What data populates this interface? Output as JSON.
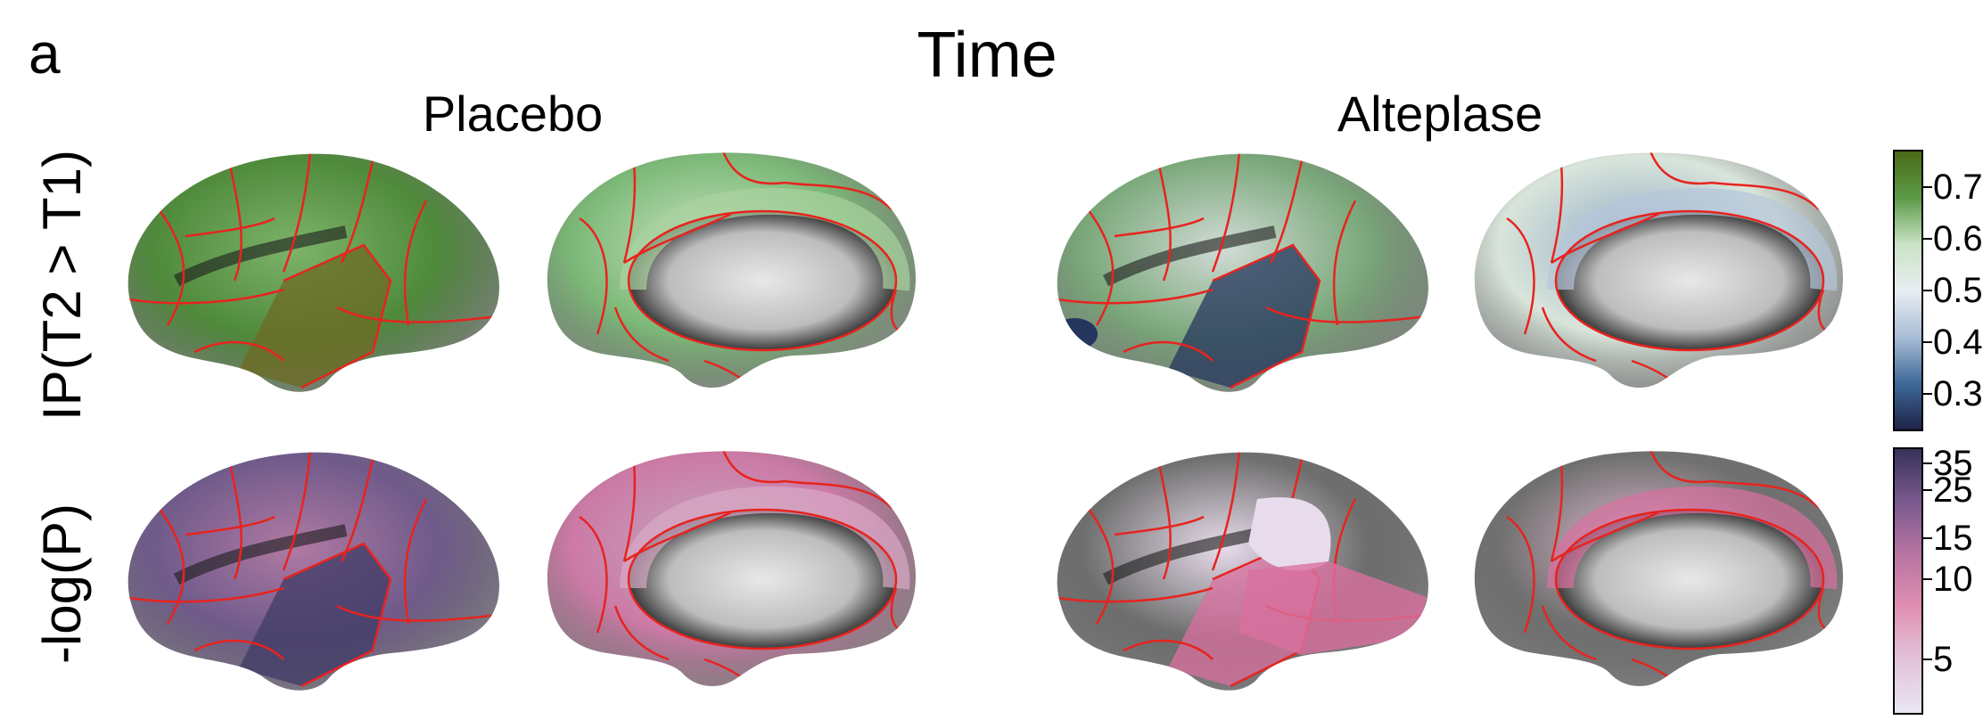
{
  "panel_letter": "a",
  "main_title": "Time",
  "columns": [
    "Placebo",
    "Alteplase"
  ],
  "rows": [
    "IP(T2 > T1)",
    "-log(P)"
  ],
  "parcellation_line_color": "#e8231e",
  "colorbars": {
    "ip": {
      "ticks": [
        "0.7",
        "0.6",
        "0.5",
        "0.4",
        "0.3"
      ],
      "colors": [
        "#4a6a17",
        "#5c9a47",
        "#c9e2c4",
        "#e9eef2",
        "#a9bdd6",
        "#3f6a99",
        "#1e2347"
      ]
    },
    "logp": {
      "ticks": [
        "35",
        "25",
        "15",
        "10",
        "5"
      ],
      "colors": [
        "#37335a",
        "#7a5a8f",
        "#b874a2",
        "#e08fb2",
        "#e2c4da",
        "#e9e6f2"
      ]
    }
  },
  "brains": [
    {
      "row": 0,
      "col": 0,
      "view": "lateral",
      "base": "#4f8a3b",
      "accent": "#6e6a23",
      "edge": "#7db36b"
    },
    {
      "row": 0,
      "col": 0,
      "view": "medial",
      "base": "#7cb877",
      "accent": "#a9d29f",
      "edge": "#c7e4c1"
    },
    {
      "row": 0,
      "col": 1,
      "view": "lateral",
      "base": "#7aa87a",
      "accent": "#25365e",
      "edge": "#d2dbd6"
    },
    {
      "row": 0,
      "col": 1,
      "view": "medial",
      "base": "#d9e5db",
      "accent": "#b5c6da",
      "edge": "#8fa9c6"
    },
    {
      "row": 1,
      "col": 0,
      "view": "lateral",
      "base": "#6f5a8a",
      "accent": "#3f3b66",
      "edge": "#b07aa3"
    },
    {
      "row": 1,
      "col": 0,
      "view": "medial",
      "base": "#cc7aa6",
      "accent": "#d9a9c6",
      "edge": "#c2a7be"
    },
    {
      "row": 1,
      "col": 1,
      "view": "lateral",
      "base": "#6e6e6e",
      "accent": "#d9709f",
      "edge": "#e8dcec"
    },
    {
      "row": 1,
      "col": 1,
      "view": "medial",
      "base": "#707070",
      "accent": "#d9709f",
      "edge": "#e0b9cf"
    }
  ]
}
